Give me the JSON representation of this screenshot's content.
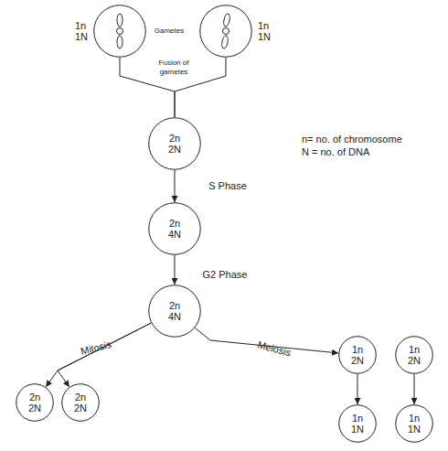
{
  "diagram": {
    "nodes": [
      {
        "text": [
          "1n 1N"
        ]
      },
      {
        "text": [
          "1n 1N"
        ]
      },
      {
        "text": [
          "2n 2N"
        ]
      },
      {
        "text": [
          "2n 4N"
        ]
      },
      {
        "text": [
          "2n 4N"
        ]
      },
      {
        "text": [
          "2n 2N"
        ]
      },
      {
        "text": [
          "2n 2N"
        ]
      },
      {
        "text": [
          "1n 2N"
        ]
      },
      {
        "text": [
          "1n 2N"
        ]
      },
      {
        "text": [
          "1n 1N"
        ]
      },
      {
        "text": [
          "1n 1N"
        ]
      }
    ],
    "edges": [
      {
        "from": 0,
        "to": 2,
        "arrow": "none"
      },
      {
        "from": 1,
        "to": 2,
        "arrow": "none"
      },
      {
        "from": 2,
        "to": 3,
        "label": "S Phase",
        "arrow": "to"
      },
      {
        "from": 3,
        "to": 4,
        "label": "G2 Phase",
        "arrow": "to"
      },
      {
        "from": 4,
        "to": 5,
        "label": "Mitosis",
        "arrow": "to"
      },
      {
        "from": 4,
        "to": 6,
        "arrow": "to"
      },
      {
        "from": 4,
        "to": 7,
        "label": "Meiosis",
        "arrow": "to"
      },
      {
        "from": 7,
        "to": 9,
        "arrow": "to"
      },
      {
        "from": 8,
        "to": 10,
        "arrow": "to"
      }
    ],
    "labels": [
      "Gametes",
      "Fusion of gametes",
      "n= no. of chromosome",
      "N = no. of DNA"
    ]
  }
}
